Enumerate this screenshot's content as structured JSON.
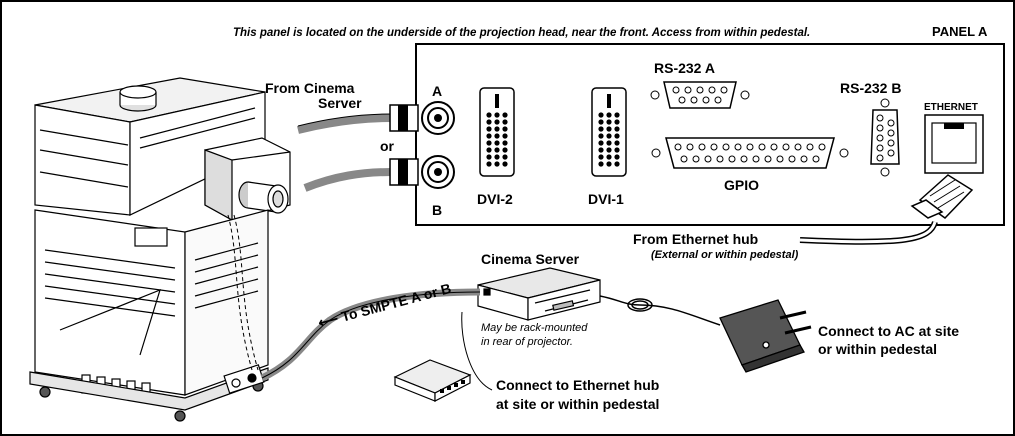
{
  "header_note": "This panel is located on the underside of the projection head, near the front. Access from within pedestal.",
  "panel_name": "PANEL A",
  "labels": {
    "from_cinema_server": "From Cinema\nServer",
    "or": "or",
    "bnc_a": "A",
    "bnc_b": "B",
    "dvi_2": "DVI-2",
    "dvi_1": "DVI-1",
    "rs232a": "RS-232 A",
    "rs232b": "RS-232 B",
    "gpio": "GPIO",
    "ethernet": "ETHERNET",
    "from_ethernet_hub": "From Ethernet hub",
    "ethernet_hub_note": "(External or within pedestal)",
    "cinema_server": "Cinema Server",
    "rack_note": "May be rack-mounted\nin rear of projector.",
    "to_smpte": "To SMPTE A or B",
    "connect_ethernet": "Connect to Ethernet hub\nat site or within pedestal",
    "connect_ac": "Connect to AC at site\nor within pedestal"
  },
  "colors": {
    "line": "#000000",
    "cable": "#888888",
    "fill_light": "#e8e8e8",
    "fill_mid": "#bdbdbd"
  }
}
